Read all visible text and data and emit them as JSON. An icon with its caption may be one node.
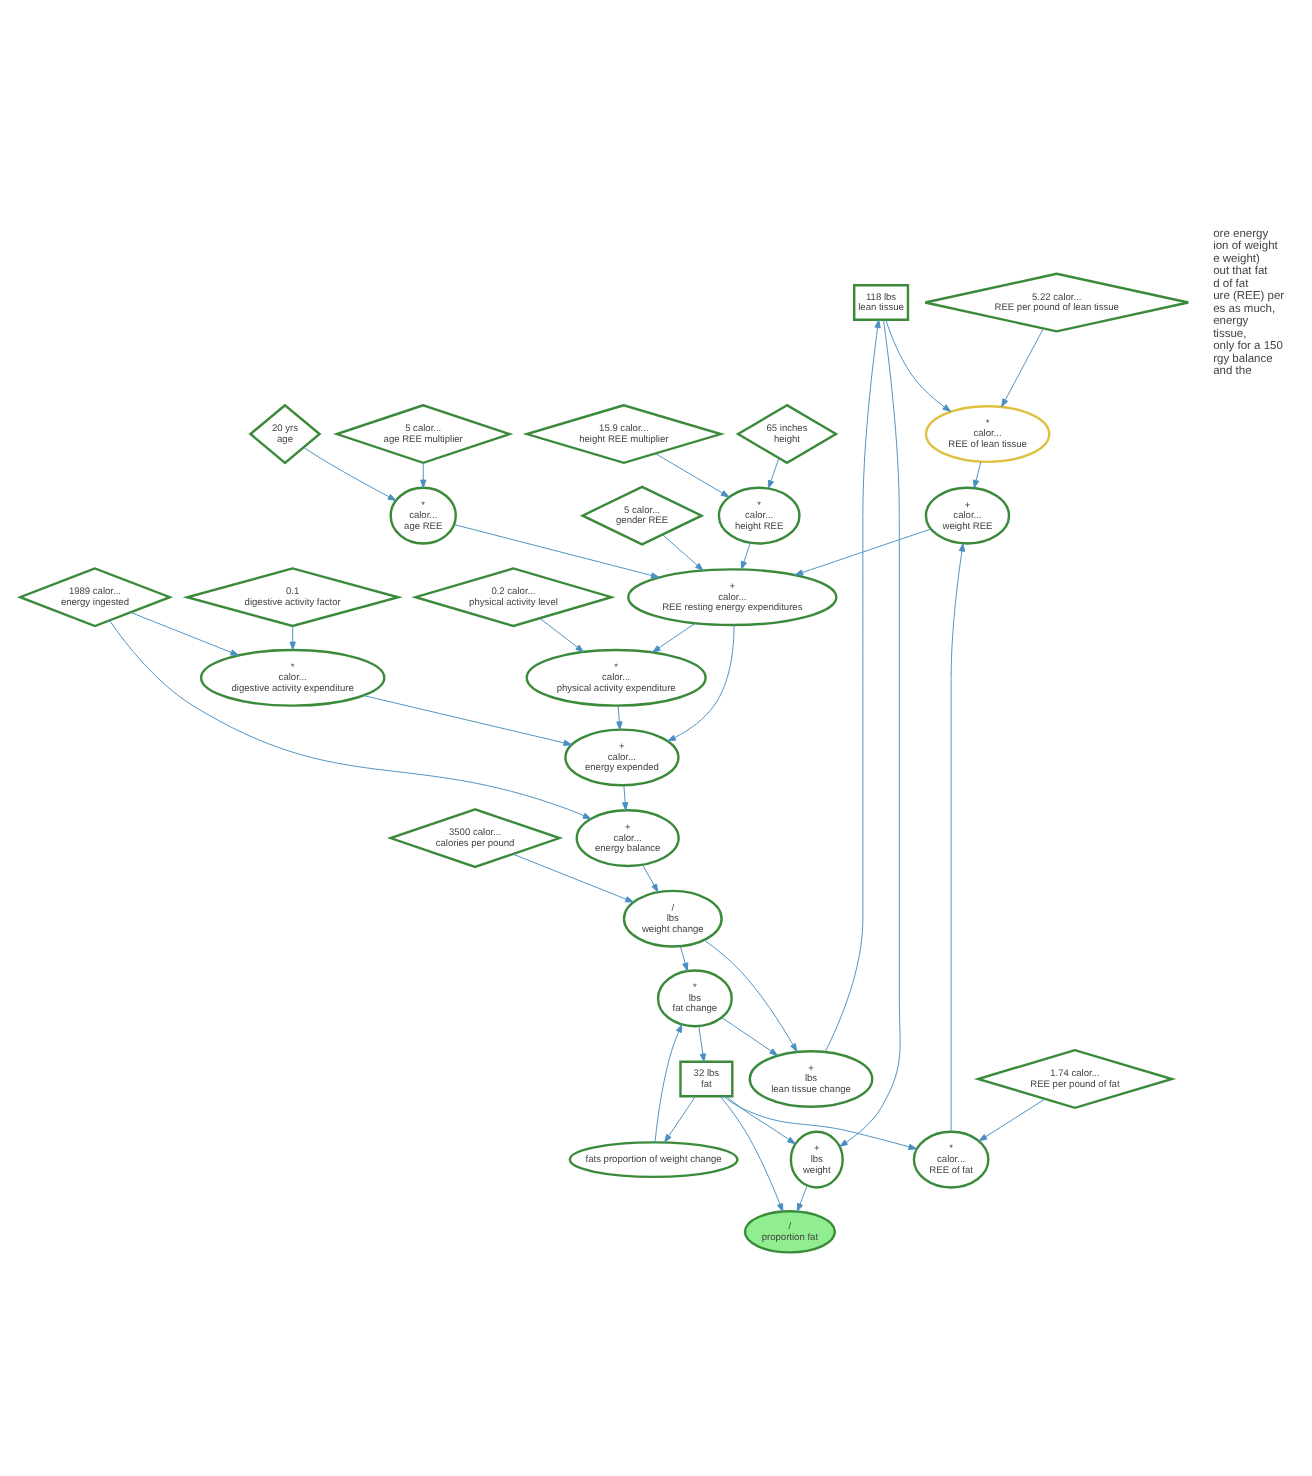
{
  "diagram": {
    "nodes": [
      {
        "text": [
          "118 lbs",
          "lean tissue"
        ]
      },
      {
        "text": [
          "/",
          "proportion fat"
        ]
      },
      {
        "text": [
          "32 lbs",
          "fat"
        ]
      },
      {
        "text": [
          "+",
          "lbs",
          "weight"
        ]
      },
      {
        "text": [
          "fats proportion of weight change"
        ]
      },
      {
        "text": [
          "*",
          "lbs",
          "fat change"
        ]
      },
      {
        "text": [
          "+",
          "lbs",
          "lean tissue change"
        ]
      },
      {
        "text": [
          "/",
          "lbs",
          "weight change"
        ]
      },
      {
        "text": [
          "3500 calor...",
          "calories per pound"
        ]
      },
      {
        "text": [
          "0.1",
          "digestive activity factor"
        ]
      },
      {
        "text": [
          "1989 calor...",
          "energy ingested"
        ]
      },
      {
        "text": [
          "+",
          "calor...",
          "energy balance"
        ]
      },
      {
        "text": [
          "1.74 calor...",
          "REE per pound of fat"
        ]
      },
      {
        "text": [
          "*",
          "calor...",
          "digestive activity expenditure"
        ]
      },
      {
        "text": [
          "+",
          "calor...",
          "energy expended"
        ]
      },
      {
        "text": [
          "*",
          "calor...",
          "physical activity expenditure"
        ]
      },
      {
        "text": [
          "0.2 calor...",
          "physical activity level"
        ]
      },
      {
        "text": [
          "*",
          "calor...",
          "REE of fat"
        ]
      },
      {
        "text": [
          "+",
          "calor...",
          "weight REE"
        ]
      },
      {
        "text": [
          "+",
          "calor...",
          "REE resting energy expenditures"
        ]
      },
      {
        "text": [
          "5 calor...",
          "gender REE"
        ]
      },
      {
        "text": [
          "5.22 calor...",
          "REE per pound of lean tissue"
        ]
      },
      {
        "text": [
          "*",
          "calor...",
          "REE of lean tissue"
        ]
      },
      {
        "text": [
          "*",
          "calor...",
          "height REE"
        ]
      },
      {
        "text": [
          "5 calor...",
          "age REE multiplier"
        ]
      },
      {
        "text": [
          "*",
          "calor...",
          "age REE"
        ]
      },
      {
        "text": [
          "65 inches",
          "height"
        ]
      },
      {
        "text": [
          "15.9 calor...",
          "height REE multiplier"
        ]
      },
      {
        "text": [
          "20 yrs",
          "age"
        ]
      }
    ],
    "edges": [
      {
        "from": 2,
        "to": 1,
        "arrow": "to"
      },
      {
        "from": 0,
        "to": 3,
        "arrow": "to"
      },
      {
        "from": 2,
        "to": 3,
        "arrow": "to"
      },
      {
        "from": 3,
        "to": 1,
        "arrow": "to"
      },
      {
        "from": 2,
        "to": 4,
        "arrow": "to"
      },
      {
        "from": 4,
        "to": 5,
        "arrow": "to"
      },
      {
        "from": 5,
        "to": 2,
        "arrow": "to"
      },
      {
        "from": 7,
        "to": 5,
        "arrow": "to"
      },
      {
        "from": 5,
        "to": 6,
        "arrow": "to"
      },
      {
        "from": 7,
        "to": 6,
        "arrow": "to"
      },
      {
        "from": 6,
        "to": 0,
        "arrow": "to"
      },
      {
        "from": 8,
        "to": 7,
        "arrow": "to"
      },
      {
        "from": 11,
        "to": 7,
        "arrow": "to"
      },
      {
        "from": 2,
        "to": 17,
        "arrow": "to"
      },
      {
        "from": 0,
        "to": 22,
        "arrow": "to"
      },
      {
        "from": 12,
        "to": 17,
        "arrow": "to"
      },
      {
        "from": 17,
        "to": 18,
        "arrow": "to"
      },
      {
        "from": 21,
        "to": 22,
        "arrow": "to"
      },
      {
        "from": 22,
        "to": 18,
        "arrow": "to"
      },
      {
        "from": 18,
        "to": 19,
        "arrow": "to"
      },
      {
        "from": 23,
        "to": 19,
        "arrow": "to"
      },
      {
        "from": 20,
        "to": 19,
        "arrow": "to"
      },
      {
        "from": 25,
        "to": 19,
        "arrow": "to"
      },
      {
        "from": 26,
        "to": 23,
        "arrow": "to"
      },
      {
        "from": 27,
        "to": 23,
        "arrow": "to"
      },
      {
        "from": 24,
        "to": 25,
        "arrow": "to"
      },
      {
        "from": 28,
        "to": 25,
        "arrow": "to"
      },
      {
        "from": 19,
        "to": 14,
        "arrow": "to"
      },
      {
        "from": 19,
        "to": 15,
        "arrow": "to"
      },
      {
        "from": 16,
        "to": 15,
        "arrow": "to"
      },
      {
        "from": 15,
        "to": 14,
        "arrow": "to"
      },
      {
        "from": 13,
        "to": 14,
        "arrow": "to"
      },
      {
        "from": 9,
        "to": 13,
        "arrow": "to"
      },
      {
        "from": 10,
        "to": 13,
        "arrow": "to"
      },
      {
        "from": 10,
        "to": 11,
        "arrow": "to"
      },
      {
        "from": 14,
        "to": 11,
        "arrow": "to"
      }
    ],
    "labels": [
      "ore energy",
      "ion of weight",
      "e weight)",
      "out that fat",
      "d of fat",
      "ure (REE) per",
      "es as much,",
      "energy",
      "tissue,",
      "only for a 150",
      "rgy balance",
      "and the"
    ]
  }
}
